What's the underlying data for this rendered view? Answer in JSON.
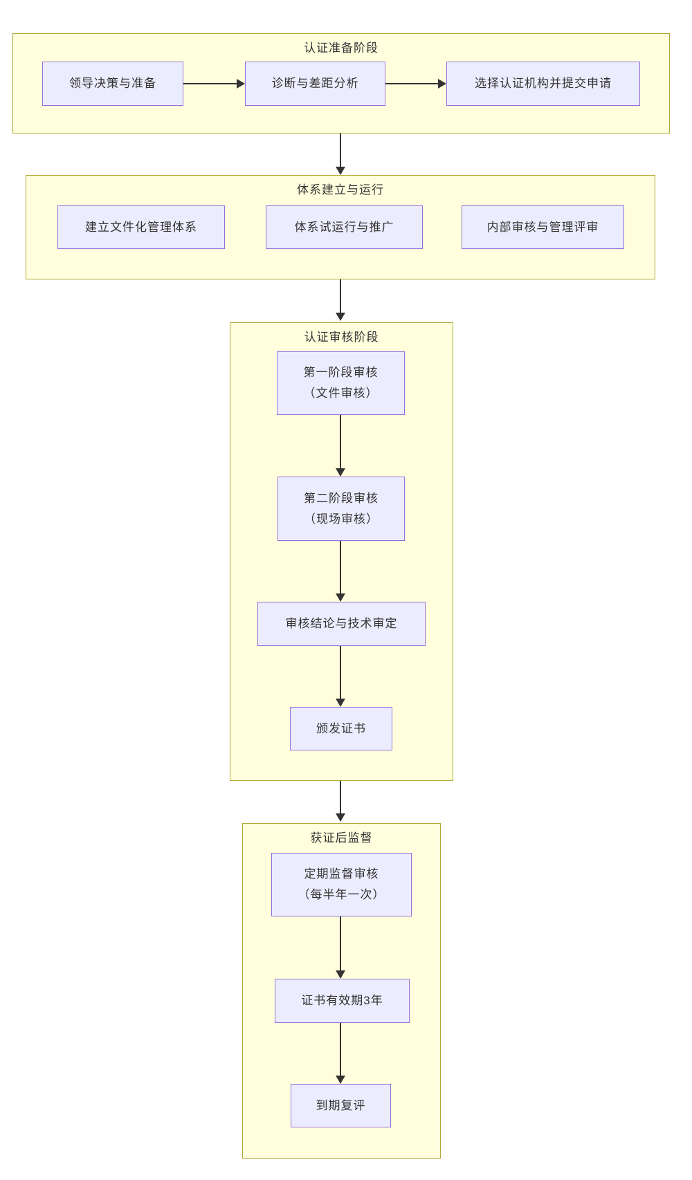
{
  "diagram": {
    "type": "flowchart",
    "colors": {
      "stage_fill": "#ffffde",
      "stage_border": "#aaaa33",
      "node_fill": "#ECECFF",
      "node_border": "#9370DB",
      "arrow": "#333333",
      "text": "#333333"
    },
    "stages": [
      {
        "title": "认证准备阶段",
        "nodes": [
          {
            "lines": [
              "领导决策与准备"
            ]
          },
          {
            "lines": [
              "诊断与差距分析"
            ]
          },
          {
            "lines": [
              "选择认证机构并提交申请"
            ]
          }
        ]
      },
      {
        "title": "体系建立与运行",
        "nodes": [
          {
            "lines": [
              "建立文件化管理体系"
            ]
          },
          {
            "lines": [
              "体系试运行与推广"
            ]
          },
          {
            "lines": [
              "内部审核与管理评审"
            ]
          }
        ]
      },
      {
        "title": "认证审核阶段",
        "nodes": [
          {
            "lines": [
              "第一阶段审核",
              "（文件审核）"
            ]
          },
          {
            "lines": [
              "第二阶段审核",
              "（现场审核）"
            ]
          },
          {
            "lines": [
              "审核结论与技术审定"
            ]
          },
          {
            "lines": [
              "颁发证书"
            ]
          }
        ]
      },
      {
        "title": "获证后监督",
        "nodes": [
          {
            "lines": [
              "定期监督审核",
              "（每半年一次）"
            ]
          },
          {
            "lines": [
              "证书有效期3年"
            ]
          },
          {
            "lines": [
              "到期复评"
            ]
          }
        ]
      }
    ]
  }
}
